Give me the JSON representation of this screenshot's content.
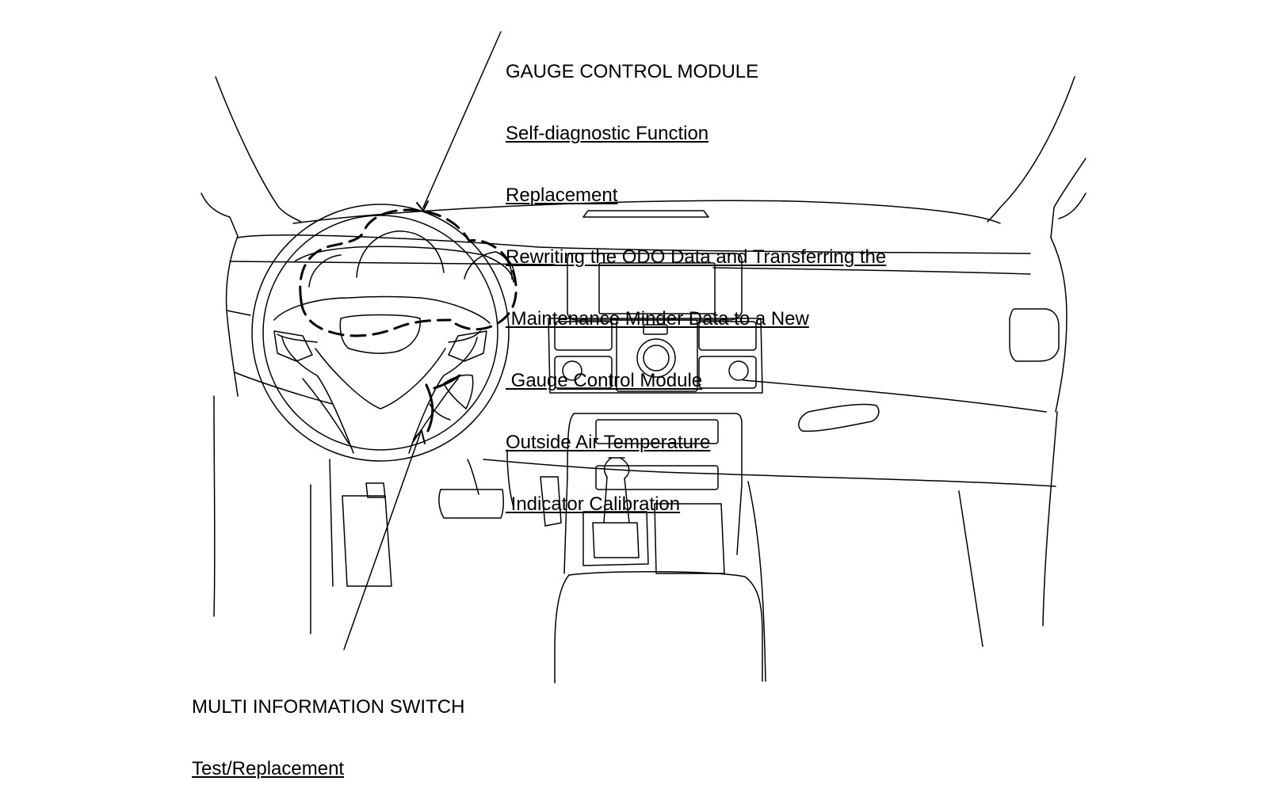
{
  "callouts": {
    "gauge_control_module": {
      "title": "GAUGE CONTROL MODULE",
      "links": [
        "Self-diagnostic Function",
        "Replacement",
        "Rewriting the ODO Data and Transferring the",
        " Maintenance Minder Data to a New",
        " Gauge Control Module",
        "Outside Air Temperature",
        " Indicator Calibration"
      ]
    },
    "multi_information_switch": {
      "title": "MULTI INFORMATION SWITCH",
      "links": [
        "Test/Replacement"
      ]
    }
  },
  "colors": {
    "line": "#000000",
    "background": "#ffffff"
  }
}
